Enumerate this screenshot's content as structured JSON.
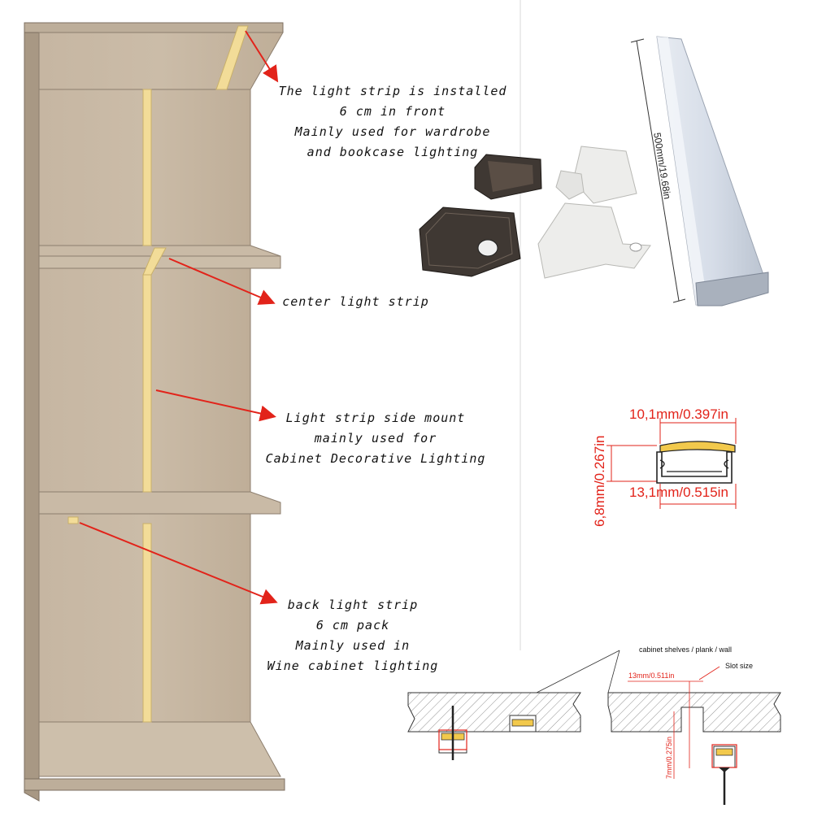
{
  "callouts": {
    "front": [
      "The light strip is installed",
      "6 cm in front",
      "Mainly used for wardrobe",
      "and bookcase lighting"
    ],
    "center": [
      "center light strip"
    ],
    "side": [
      "Light strip side mount",
      "mainly used for",
      "Cabinet Decorative Lighting"
    ],
    "back": [
      "back light strip",
      "6 cm pack",
      "Mainly used in",
      "Wine cabinet lighting"
    ]
  },
  "profile_length": "500mm/19.68in",
  "cross_section": {
    "top_width": "10,1mm/0.397in",
    "bottom_width": "13,1mm/0.515in",
    "height": "6,8mm/0.267in"
  },
  "install_diagram": {
    "surface_label": "cabinet shelves / plank / wall",
    "slot_label": "Slot size",
    "slot_width": "13mm/0.511in",
    "slot_depth": "7mm/0.275in"
  },
  "colors": {
    "wood": "#c2b29e",
    "wood_edge": "#a89884",
    "light_strip": "#f2dc98",
    "arrow": "#e2231a",
    "dimension": "#e2231a"
  }
}
